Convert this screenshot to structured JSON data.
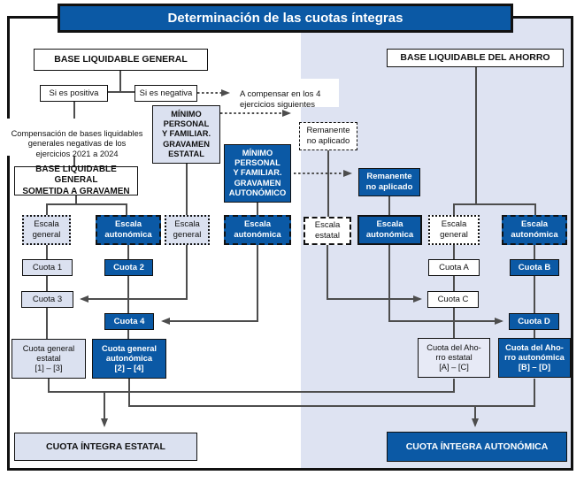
{
  "title": "Determinación de las cuotas íntegras",
  "colors": {
    "accent_blue": "#0b59a5",
    "panel_lavender": "#dee3f2",
    "box_lavender": "#dbe1f0",
    "line_gray": "#4d4d4d"
  },
  "general": {
    "base": "BASE LIQUIDABLE GENERAL",
    "positive": "Si es positiva",
    "negative": "Si es negativa",
    "compensar_note": "A compensar en los 4\nejercicios siguientes",
    "compensacion_note": "Compensación de bases liquidables\ngenerales negativas de los\nejercicios 2021 a 2024",
    "sometida": "BASE LIQUIDABLE GENERAL\nSOMETIDA A GRAVAMEN",
    "minimo_estatal": "MÍNIMO\nPERSONAL\nY FAMILIAR.\nGRAVAMEN\nESTATAL",
    "minimo_autonomico": "MÍNIMO\nPERSONAL\nY FAMILIAR.\nGRAVAMEN\nAUTONÓMICO",
    "escala_general_1": "Escala\ngeneral",
    "escala_autonomica_1": "Escala\nautonómica",
    "escala_general_2": "Escala\ngeneral",
    "escala_autonomica_2": "Escala\nautonómica",
    "cuota1": "Cuota 1",
    "cuota2": "Cuota 2",
    "cuota3": "Cuota 3",
    "cuota4": "Cuota 4",
    "cuota_general_estatal": "Cuota general\nestatal\n[1] – [3]",
    "cuota_general_autonomica": "Cuota general\nautonómica\n[2] – [4]",
    "cuota_integra_estatal": "CUOTA ÍNTEGRA ESTATAL"
  },
  "ahorro": {
    "base": "BASE LIQUIDABLE DEL AHORRO",
    "remanente_estatal": "Remanente\nno aplicado",
    "remanente_autonomico": "Remanente\nno aplicado",
    "escala_estatal": "Escala\nestatal",
    "escala_autonomica_1": "Escala\nautonómica",
    "escala_general": "Escala\ngeneral",
    "escala_autonomica_2": "Escala\nautonómica",
    "cuotaA": "Cuota A",
    "cuotaB": "Cuota B",
    "cuotaC": "Cuota C",
    "cuotaD": "Cuota D",
    "cuota_ahorro_estatal": "Cuota del Aho-\nrro estatal\n[A] – [C]",
    "cuota_ahorro_autonomica": "Cuota del Aho-\nrro autonómica\n[B] – [D]",
    "cuota_integra_autonomica": "CUOTA ÍNTEGRA AUTONÓMICA"
  }
}
